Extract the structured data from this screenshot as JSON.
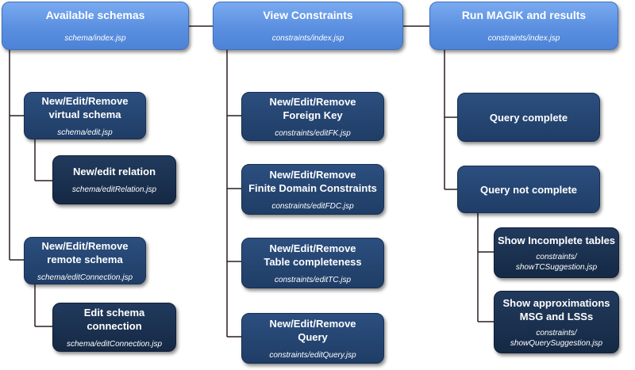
{
  "colors": {
    "top_box": "#5a8fe0",
    "mid_box": "#23426c",
    "leaf_box": "#172b47",
    "connector": "#2a1f1f"
  },
  "columns": [
    {
      "header": {
        "title": "Available schemas",
        "path": "schema/index.jsp"
      },
      "children": [
        {
          "title": "New/Edit/Remove\nvirtual schema",
          "path": "schema/edit.jsp",
          "children": [
            {
              "title": "New/edit relation",
              "path": "schema/editRelation.jsp"
            }
          ]
        },
        {
          "title": "New/Edit/Remove\nremote schema",
          "path": "schema/editConnection.jsp",
          "children": [
            {
              "title": "Edit schema\nconnection",
              "path": "schema/editConnection.jsp"
            }
          ]
        }
      ]
    },
    {
      "header": {
        "title": "View Constraints",
        "path": "constraints/index.jsp"
      },
      "children": [
        {
          "title": "New/Edit/Remove\nForeign Key",
          "path": "constraints/editFK.jsp"
        },
        {
          "title": "New/Edit/Remove\nFinite Domain Constraints",
          "path": "constraints/editFDC.jsp"
        },
        {
          "title": "New/Edit/Remove\nTable completeness",
          "path": "constraints/editTC.jsp"
        },
        {
          "title": "New/Edit/Remove\nQuery",
          "path": "constraints/editQuery.jsp"
        }
      ]
    },
    {
      "header": {
        "title": "Run MAGIK and results",
        "path": "constraints/index.jsp"
      },
      "children": [
        {
          "title": "Query complete"
        },
        {
          "title": "Query not complete",
          "children": [
            {
              "title": "Show Incomplete tables",
              "path": "constraints/\nshowTCSuggestion.jsp"
            },
            {
              "title": "Show approximations\nMSG and LSSs",
              "path": "constraints/\nshowQuerySuggestion.jsp"
            }
          ]
        }
      ]
    }
  ]
}
